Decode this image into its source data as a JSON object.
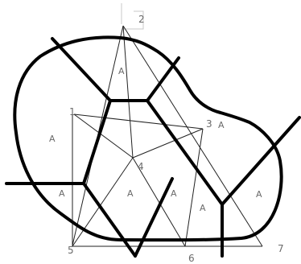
{
  "vertices": [
    {
      "id": "v1",
      "label": "1"
    },
    {
      "id": "v2",
      "label": "2"
    },
    {
      "id": "v3",
      "label": "3"
    },
    {
      "id": "v4",
      "label": "4"
    },
    {
      "id": "v5",
      "label": "5"
    },
    {
      "id": "v6",
      "label": "6"
    },
    {
      "id": "v7",
      "label": "7"
    }
  ],
  "triangle_labels": [
    "A",
    "A",
    "A",
    "A",
    "A",
    "A",
    "A",
    "A"
  ]
}
